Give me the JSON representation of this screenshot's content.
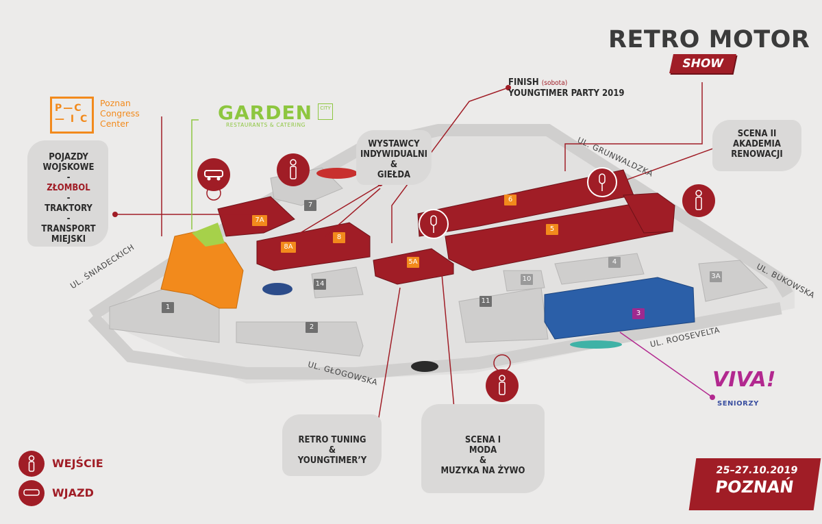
{
  "header": {
    "title": "RETRO MOTOR",
    "subtitle": "SHOW"
  },
  "partners": {
    "pcc_logo": "P—C\n— I C",
    "pcc_name_lines": [
      "Poznan",
      "Congress",
      "Center"
    ],
    "garden_word": "GARDEN",
    "garden_city": "CITY",
    "garden_sub": "RESTAURANTS & CATERING"
  },
  "labels": {
    "left_group": {
      "lines": [
        "POJAZDY",
        "WOJSKOWE",
        "-",
        "ZŁOMBOL",
        "-",
        "TRAKTORY",
        "-",
        "TRANSPORT",
        "MIEJSKI"
      ],
      "highlight": "ZŁOMBOL"
    },
    "exhibitors": [
      "WYSTAWCY",
      "INDYWIDUALNI",
      "&",
      "GIEŁDA"
    ],
    "finish_line1": "FINISH",
    "finish_note": "(sobota)",
    "finish_line2": "YOUNGTIMER PARTY 2019",
    "stage2": [
      "SCENA II",
      "AKADEMIA",
      "RENOWACJI"
    ],
    "retro_tuning": [
      "RETRO TUNING",
      "&",
      "YOUNGTIMER’Y"
    ],
    "stage1": [
      "SCENA I",
      "MODA",
      "&",
      "MUZYKA NA ŻYWO"
    ]
  },
  "streets": {
    "sniadeckich": "UL. ŚNIADECKICH",
    "grunwaldzka": "UL. GRUNWALDZKA",
    "bukowska": "UL. BUKOWSKA",
    "roosevelta": "UL. ROOSEVELTA",
    "glogowska": "UL. GŁOGOWSKA"
  },
  "buildings": {
    "b1": "1",
    "b2": "2",
    "b3": "3",
    "b3a": "3A",
    "b4": "4",
    "b5": "5",
    "b5a": "5A",
    "b6": "6",
    "b7": "7",
    "b7a": "7A",
    "b8": "8",
    "b8a": "8A",
    "b10": "10",
    "b11": "11",
    "b14": "14"
  },
  "legend": {
    "entrance": "WEJŚCIE",
    "vehicle_entry": "WJAZD"
  },
  "event": {
    "dates": "25–27.10.2019",
    "city": "POZNAŃ"
  },
  "viva": {
    "title": "VIVA!",
    "sub": "SENIORZY"
  },
  "colors": {
    "brand_red": "#a01d26",
    "orange_pcc": "#f28a1c",
    "green_garden": "#8dc63f",
    "blue_hall3": "#2b5fa8",
    "viva_purple": "#b2288f"
  },
  "icons": {
    "entrance": "person-icon",
    "vehicle": "car-icon",
    "stage": "microphone-icon"
  }
}
